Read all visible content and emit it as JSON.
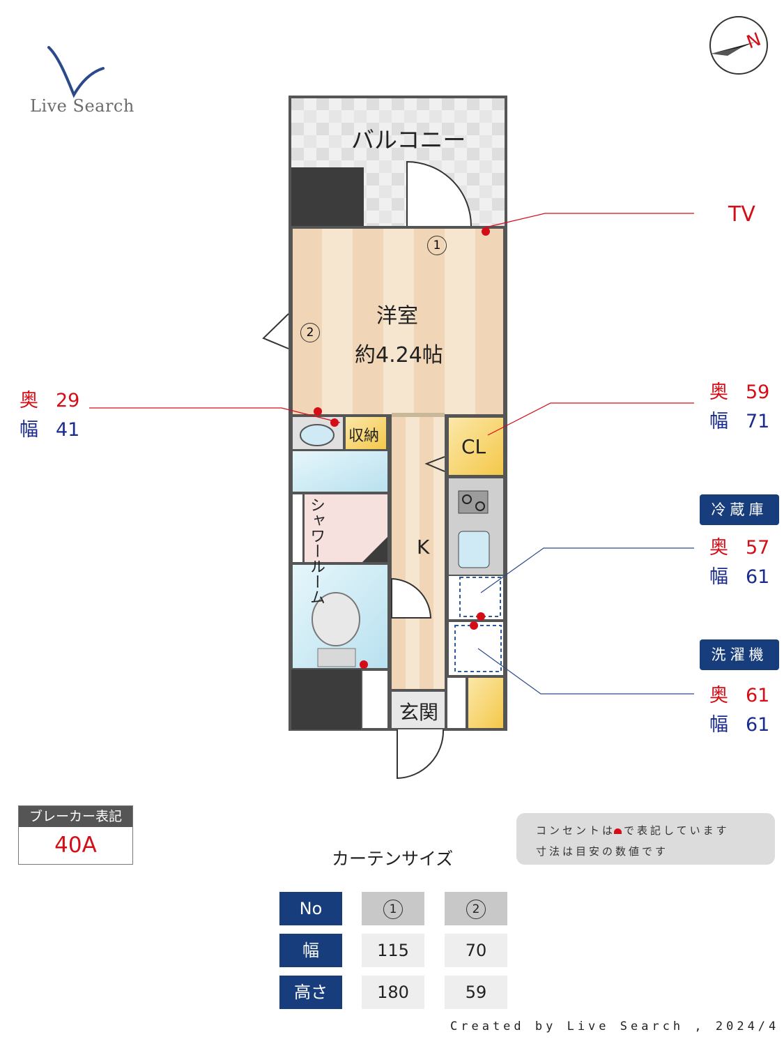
{
  "logo": {
    "text": "Live Search"
  },
  "compass": {
    "label": "N"
  },
  "rooms": {
    "balcony": "バルコニー",
    "western_room": "洋室",
    "western_room_size": "約4.24帖",
    "storage": "収納",
    "closet": "CL",
    "kitchen": "K",
    "entrance": "玄関",
    "shower_room": "シャワールーム"
  },
  "window_markers": {
    "one": "1",
    "two": "2"
  },
  "callouts": {
    "tv": {
      "label": "TV"
    },
    "left": {
      "depth_key": "奥",
      "depth": "29",
      "width_key": "幅",
      "width": "41"
    },
    "closet": {
      "depth_key": "奥",
      "depth": "59",
      "width_key": "幅",
      "width": "71"
    },
    "fridge": {
      "title": "冷蔵庫",
      "depth_key": "奥",
      "depth": "57",
      "width_key": "幅",
      "width": "61"
    },
    "washer": {
      "title": "洗濯機",
      "depth_key": "奥",
      "depth": "61",
      "width_key": "幅",
      "width": "61"
    }
  },
  "breaker": {
    "label": "ブレーカー表記",
    "value": "40A"
  },
  "note": {
    "line1": "コンセントは",
    "line1b": "で表記しています",
    "line2": "寸法は目安の数値です"
  },
  "curtain": {
    "title": "カーテンサイズ",
    "row_headers": [
      "No",
      "幅",
      "高さ"
    ],
    "col1": {
      "no": "1",
      "width": "115",
      "height": "180"
    },
    "col2": {
      "no": "2",
      "width": "70",
      "height": "59"
    }
  },
  "footer": {
    "text": "Created by Live Search , 2024/4"
  },
  "colors": {
    "red": "#d50d16",
    "navy": "#173d7c",
    "wall": "#555555",
    "floor_wood": "#f3dcbf"
  }
}
